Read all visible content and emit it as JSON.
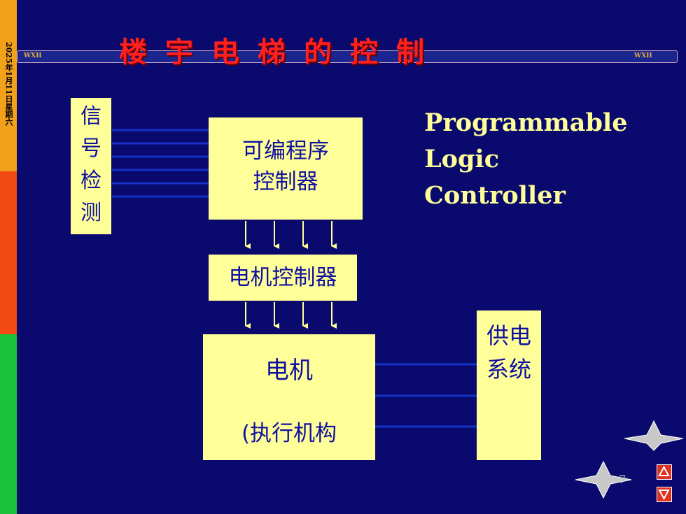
{
  "slide": {
    "title": "楼宇电梯的控制",
    "header_tag_left": "WXH",
    "header_tag_right": "WXH",
    "date": "2025年1月11日星期六",
    "page_number": "7"
  },
  "diagram": {
    "signal_detection": "信号检测",
    "plc_line1": "可编程序",
    "plc_line2": "控制器",
    "motor_controller": "电机控制器",
    "motor": "电机",
    "motor_sub": "(执行机构",
    "power_system": "供电系统",
    "plc_english_line1": "Programmable",
    "plc_english_line2": "Logic",
    "plc_english_line3": "Controller"
  },
  "nav": {
    "prev_icon": "triangle-up-icon",
    "next_icon": "triangle-down-icon"
  },
  "colors": {
    "background": "#0a0a6e",
    "box_fill": "#ffff99",
    "box_text": "#1010a0",
    "title": "#ff2020",
    "english_text": "#ffff99"
  }
}
